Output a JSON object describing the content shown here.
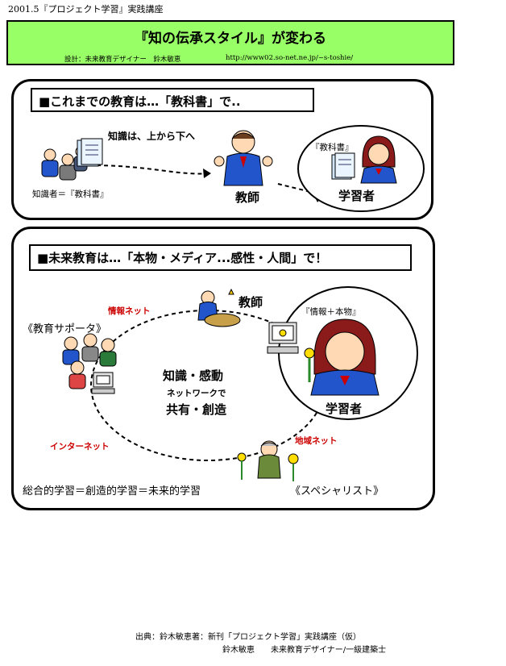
{
  "header": {
    "label": "2001.5『プロジェクト学習』実践講座"
  },
  "title_box": {
    "title": "『知の伝承スタイル』が変わる",
    "designer": "設計：未来教育デザイナー　鈴木敏恵",
    "url": "http://www02.so-net.ne.jp/~s-toshie/"
  },
  "panel_past": {
    "heading": "■これまでの教育は…「教科書」で..",
    "flow_label": "知識は、上から下へ",
    "source_label": "知識者＝『教科書』",
    "teacher_label": "教師",
    "learner_bubble_label": "『教科書』",
    "learner_label": "学習者"
  },
  "panel_future": {
    "heading": "■未来教育は…「本物・メディア...感性・人間」で！",
    "teacher_label": "教師",
    "info_net": "情報ネット",
    "supporter_label": "《教育サポータ》",
    "learner_bubble_label": "『情報＋本物』",
    "learner_label": "学習者",
    "center_line1": "知識・感動",
    "center_line2": "ネットワークで",
    "center_line3": "共有・創造",
    "internet": "インターネット",
    "regional_net": "地域ネット",
    "specialist_label": "《スペシャリスト》",
    "summary": "総合的学習＝創造的学習＝未来的学習"
  },
  "footer": {
    "source": "出典：鈴木敏恵著：新刊「プロジェクト学習」実践講座（仮）",
    "author": "鈴木敏恵　　未来教育デザイナー/一級建築士"
  },
  "colors": {
    "title_bg": "#99ff66",
    "accent_red": "#cc0000",
    "suit_blue": "#2255cc",
    "skin": "#ffd9b3",
    "book_green": "#cfe8ff"
  }
}
